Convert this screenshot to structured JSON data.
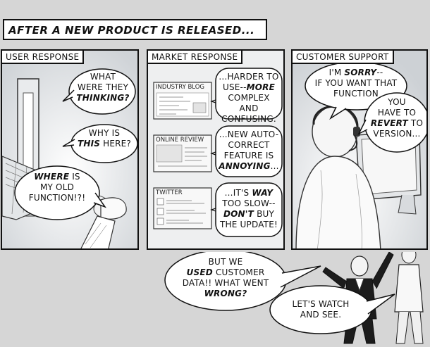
{
  "header": {
    "title": "AFTER A NEW PRODUCT IS RELEASED..."
  },
  "panel1": {
    "caption": "USER RESPONSE",
    "bubbles": [
      {
        "pre": "WHAT",
        "line2": "WERE THEY",
        "em": "THINKING?"
      },
      {
        "pre": "WHY IS",
        "em": "THIS",
        "post": "HERE?"
      },
      {
        "em": "WHERE",
        "post": "IS",
        "line2": "MY OLD",
        "line3": "FUNCTION!?!"
      }
    ]
  },
  "panel2": {
    "caption": "MARKET RESPONSE",
    "cards": [
      {
        "label": "INDUSTRY BLOG",
        "l1": "...HARDER TO",
        "l2a": "USE--",
        "l2em": "MORE",
        "l3": "COMPLEX AND",
        "l4": "CONFUSING."
      },
      {
        "label": "ONLINE REVIEW",
        "l1": "...NEW AUTO-",
        "l2": "CORRECT",
        "l3": "FEATURE IS",
        "l4em": "ANNOYING",
        "l4post": "..."
      },
      {
        "label": "TWITTER",
        "l1": "...IT'S",
        "l1em": "WAY",
        "l2": "TOO SLOW--",
        "l3em": "DON'T",
        "l3post": "BUY",
        "l4": "THE UPDATE!"
      }
    ]
  },
  "panel3": {
    "caption": "CUSTOMER SUPPORT",
    "b1": {
      "pre": "I'M",
      "em": "SORRY",
      "post": "--",
      "l2": "IF YOU WANT THAT",
      "l3": "FUNCTION"
    },
    "b2": {
      "l1": "YOU",
      "l2": "HAVE TO",
      "l3em": "REVERT",
      "l3post": "TO",
      "l4": "VERSION..."
    }
  },
  "bottom": {
    "b1": {
      "l1": "BUT WE",
      "l2em": "USED",
      "l2post": "CUSTOMER",
      "l3": "DATA!! WHAT WENT",
      "l4em": "WRONG?"
    },
    "b2": {
      "l1": "LET'S WATCH",
      "l2": "AND SEE."
    }
  }
}
